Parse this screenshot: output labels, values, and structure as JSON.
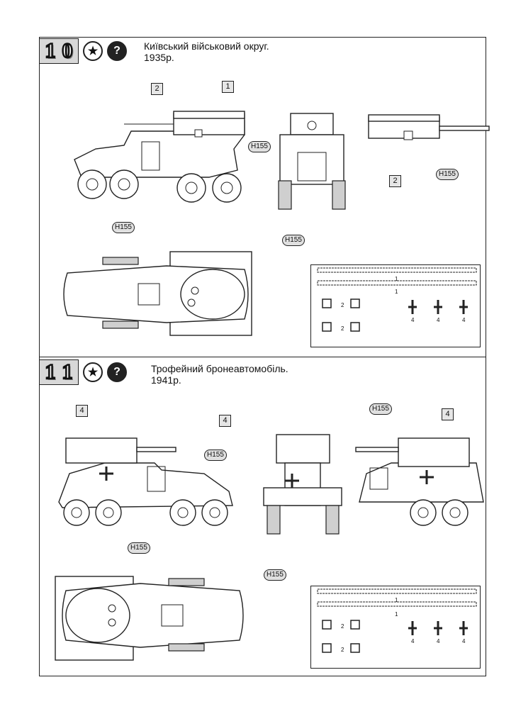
{
  "sheet": {
    "variant1": {
      "number_digits": [
        "1",
        "0"
      ],
      "star_icon": "★",
      "question_icon": "?",
      "title_line1": "Київський військовий округ.",
      "title_line2": "1935р.",
      "callouts": [
        "2",
        "1",
        "2"
      ],
      "paint_code": "H155",
      "decals": {
        "stripe_label": "1",
        "small_label": "1",
        "pair_label_a": "2",
        "pair_label_b": "2",
        "cross_labels": [
          "4",
          "4",
          "4"
        ]
      }
    },
    "variant2": {
      "number_digits": [
        "1",
        "1"
      ],
      "star_icon": "★",
      "question_icon": "?",
      "title_line1": "Трофейний бронеавтомобіль.",
      "title_line2": "1941р.",
      "callouts": [
        "4",
        "4",
        "4"
      ],
      "paint_code": "H155",
      "decals": {
        "stripe_label": "1",
        "small_label": "1",
        "pair_label_a": "2",
        "pair_label_b": "2",
        "cross_labels": [
          "4",
          "4",
          "4"
        ]
      }
    }
  }
}
